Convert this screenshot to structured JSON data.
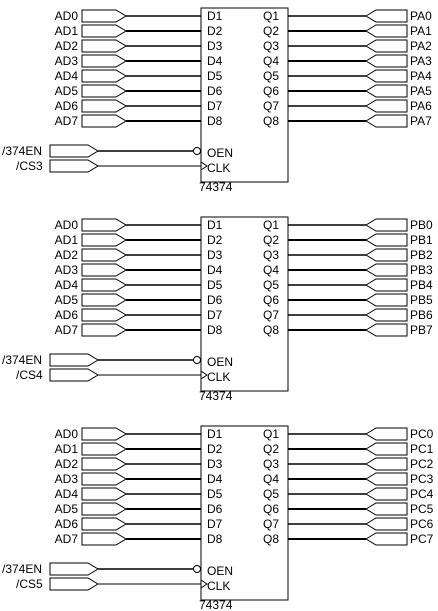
{
  "blocks": [
    {
      "chip": "74374",
      "inputs": [
        "AD0",
        "AD1",
        "AD2",
        "AD3",
        "AD4",
        "AD5",
        "AD6",
        "AD7"
      ],
      "d_pins": [
        "D1",
        "D2",
        "D3",
        "D4",
        "D5",
        "D6",
        "D7",
        "D8"
      ],
      "q_pins": [
        "Q1",
        "Q2",
        "Q3",
        "Q4",
        "Q5",
        "Q6",
        "Q7",
        "Q8"
      ],
      "outputs": [
        "PA0",
        "PA1",
        "PA2",
        "PA3",
        "PA4",
        "PA5",
        "PA6",
        "PA7"
      ],
      "oe_signal": "/374EN",
      "oe_pin": "OEN",
      "clk_signal": "/CS3",
      "clk_pin": "CLK"
    },
    {
      "chip": "74374",
      "inputs": [
        "AD0",
        "AD1",
        "AD2",
        "AD3",
        "AD4",
        "AD5",
        "AD6",
        "AD7"
      ],
      "d_pins": [
        "D1",
        "D2",
        "D3",
        "D4",
        "D5",
        "D6",
        "D7",
        "D8"
      ],
      "q_pins": [
        "Q1",
        "Q2",
        "Q3",
        "Q4",
        "Q5",
        "Q6",
        "Q7",
        "Q8"
      ],
      "outputs": [
        "PB0",
        "PB1",
        "PB2",
        "PB3",
        "PB4",
        "PB5",
        "PB6",
        "PB7"
      ],
      "oe_signal": "/374EN",
      "oe_pin": "OEN",
      "clk_signal": "/CS4",
      "clk_pin": "CLK"
    },
    {
      "chip": "74374",
      "inputs": [
        "AD0",
        "AD1",
        "AD2",
        "AD3",
        "AD4",
        "AD5",
        "AD6",
        "AD7"
      ],
      "d_pins": [
        "D1",
        "D2",
        "D3",
        "D4",
        "D5",
        "D6",
        "D7",
        "D8"
      ],
      "q_pins": [
        "Q1",
        "Q2",
        "Q3",
        "Q4",
        "Q5",
        "Q6",
        "Q7",
        "Q8"
      ],
      "outputs": [
        "PC0",
        "PC1",
        "PC2",
        "PC3",
        "PC4",
        "PC5",
        "PC6",
        "PC7"
      ],
      "oe_signal": "/374EN",
      "oe_pin": "OEN",
      "clk_signal": "/CS5",
      "clk_pin": "CLK"
    }
  ]
}
